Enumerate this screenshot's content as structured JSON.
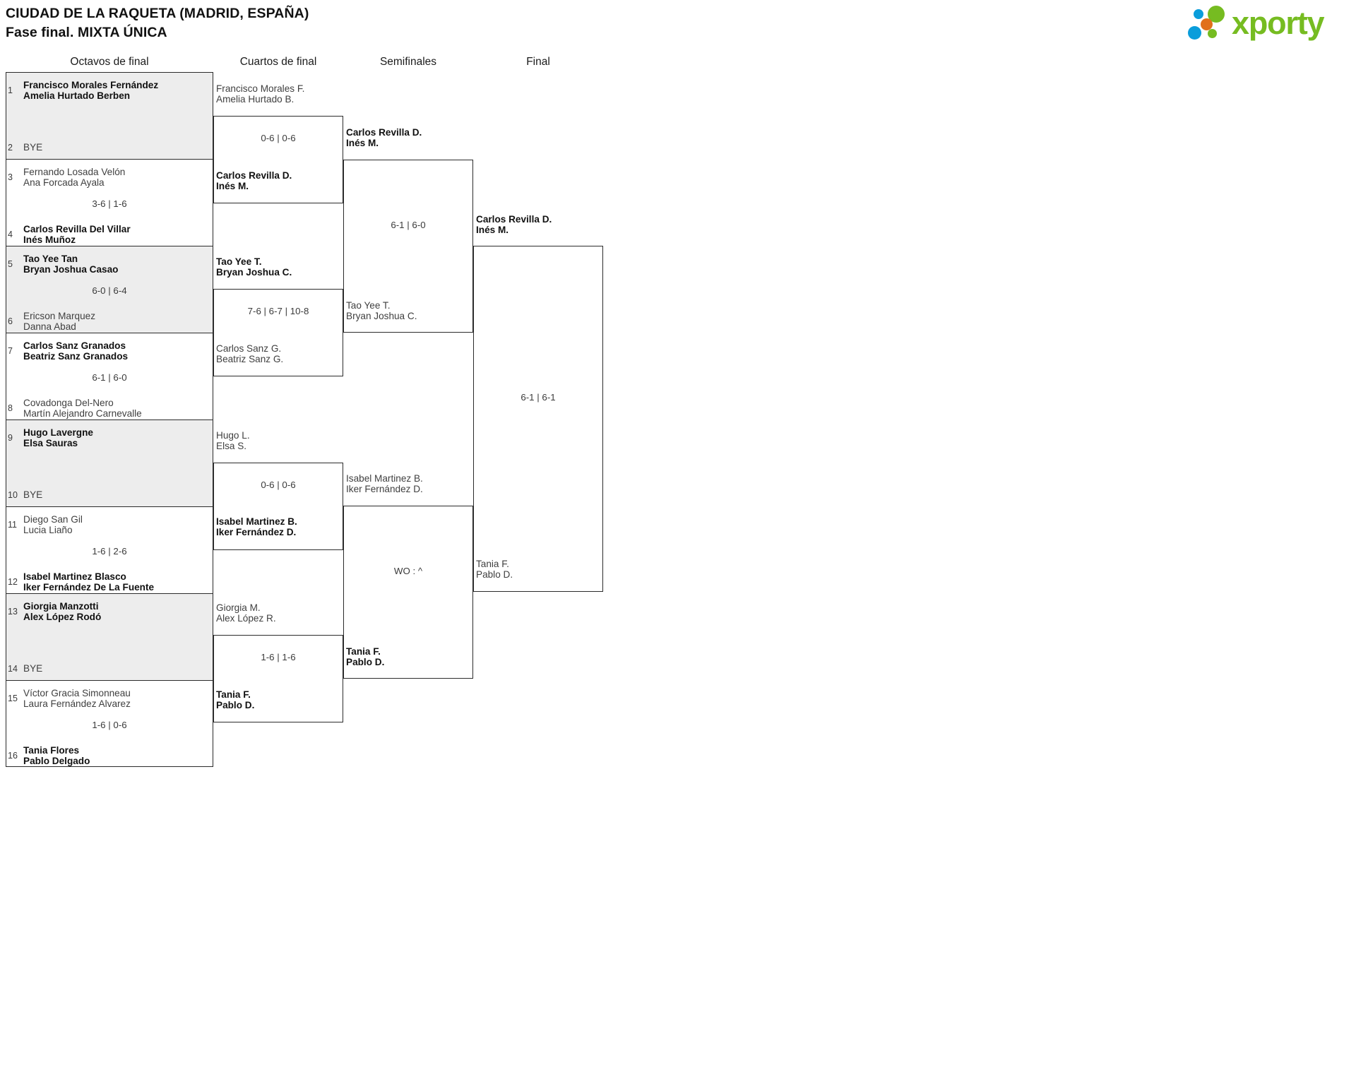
{
  "header": {
    "title_line1": "CIUDAD DE LA RAQUETA (MADRID, ESPAÑA)",
    "title_line2": "Fase final. MIXTA ÚNICA",
    "logo_word": "xporty",
    "logo_colors": {
      "green": "#76bc21",
      "blue": "#0a9ddb",
      "orange": "#e1701a"
    }
  },
  "rounds": [
    {
      "label": "Octavos de final"
    },
    {
      "label": "Cuartos de final"
    },
    {
      "label": "Semifinales"
    },
    {
      "label": "Final"
    }
  ],
  "round1": {
    "matches": [
      {
        "top": {
          "seed": "1",
          "p1": "Francisco Morales Fernández",
          "p2": "Amelia Hurtado Berben",
          "winner": true
        },
        "bottom": {
          "seed": "2",
          "bye": "BYE"
        },
        "score": ""
      },
      {
        "top": {
          "seed": "3",
          "p1": "Fernando Losada Velón",
          "p2": "Ana Forcada Ayala",
          "winner": false
        },
        "bottom": {
          "seed": "4",
          "p1": "Carlos Revilla Del Villar",
          "p2": "Inés Muñoz",
          "winner": true
        },
        "score": "3-6 | 1-6"
      },
      {
        "top": {
          "seed": "5",
          "p1": "Tao Yee Tan",
          "p2": "Bryan Joshua Casao",
          "winner": true
        },
        "bottom": {
          "seed": "6",
          "p1": "Ericson Marquez",
          "p2": "Danna Abad",
          "winner": false
        },
        "score": "6-0 | 6-4"
      },
      {
        "top": {
          "seed": "7",
          "p1": "Carlos Sanz Granados",
          "p2": "Beatriz Sanz Granados",
          "winner": true
        },
        "bottom": {
          "seed": "8",
          "p1": "Covadonga Del-Nero",
          "p2": "Martín Alejandro Carnevalle",
          "winner": false
        },
        "score": "6-1 | 6-0"
      },
      {
        "top": {
          "seed": "9",
          "p1": "Hugo Lavergne",
          "p2": "Elsa Sauras",
          "winner": true
        },
        "bottom": {
          "seed": "10",
          "bye": "BYE"
        },
        "score": ""
      },
      {
        "top": {
          "seed": "11",
          "p1": "Diego San Gil",
          "p2": "Lucia Liaño",
          "winner": false
        },
        "bottom": {
          "seed": "12",
          "p1": "Isabel Martinez Blasco",
          "p2": "Iker Fernández De La Fuente",
          "winner": true
        },
        "score": "1-6 | 2-6"
      },
      {
        "top": {
          "seed": "13",
          "p1": "Giorgia Manzotti",
          "p2": "Alex López Rodó",
          "winner": true
        },
        "bottom": {
          "seed": "14",
          "bye": "BYE"
        },
        "score": ""
      },
      {
        "top": {
          "seed": "15",
          "p1": "Víctor Gracia Simonneau",
          "p2": "Laura Fernández Alvarez",
          "winner": false
        },
        "bottom": {
          "seed": "16",
          "p1": "Tania Flores",
          "p2": "Pablo Delgado",
          "winner": true
        },
        "score": "1-6 | 0-6"
      }
    ]
  },
  "round2": {
    "matches": [
      {
        "top": {
          "p1": "Francisco Morales F.",
          "p2": "Amelia Hurtado B.",
          "winner": false
        },
        "bottom": {
          "p1": "Carlos Revilla D.",
          "p2": "Inés M.",
          "winner": true
        },
        "score": "0-6 | 0-6"
      },
      {
        "top": {
          "p1": "Tao Yee T.",
          "p2": "Bryan Joshua C.",
          "winner": true
        },
        "bottom": {
          "p1": "Carlos Sanz G.",
          "p2": "Beatriz Sanz G.",
          "winner": false
        },
        "score": "7-6 | 6-7 | 10-8"
      },
      {
        "top": {
          "p1": "Hugo L.",
          "p2": "Elsa S.",
          "winner": false
        },
        "bottom": {
          "p1": "Isabel Martinez B.",
          "p2": "Iker Fernández D.",
          "winner": true
        },
        "score": "0-6 | 0-6"
      },
      {
        "top": {
          "p1": "Giorgia M.",
          "p2": "Alex López R.",
          "winner": false
        },
        "bottom": {
          "p1": "Tania F.",
          "p2": "Pablo D.",
          "winner": true
        },
        "score": "1-6 | 1-6"
      }
    ]
  },
  "round3": {
    "matches": [
      {
        "top": {
          "p1": "Carlos Revilla D.",
          "p2": "Inés M.",
          "winner": true
        },
        "bottom": {
          "p1": "Tao Yee T.",
          "p2": "Bryan Joshua C.",
          "winner": false
        },
        "score": "6-1 | 6-0"
      },
      {
        "top": {
          "p1": "Isabel Martinez B.",
          "p2": "Iker Fernández D.",
          "winner": false
        },
        "bottom": {
          "p1": "Tania F.",
          "p2": "Pablo D.",
          "winner": true
        },
        "score": "WO : ^"
      }
    ]
  },
  "round4": {
    "matches": [
      {
        "top": {
          "p1": "Carlos Revilla D.",
          "p2": "Inés M.",
          "winner": true
        },
        "bottom": {
          "p1": "Tania F.",
          "p2": "Pablo D.",
          "winner": false
        },
        "score": "6-1 | 6-1"
      }
    ]
  }
}
